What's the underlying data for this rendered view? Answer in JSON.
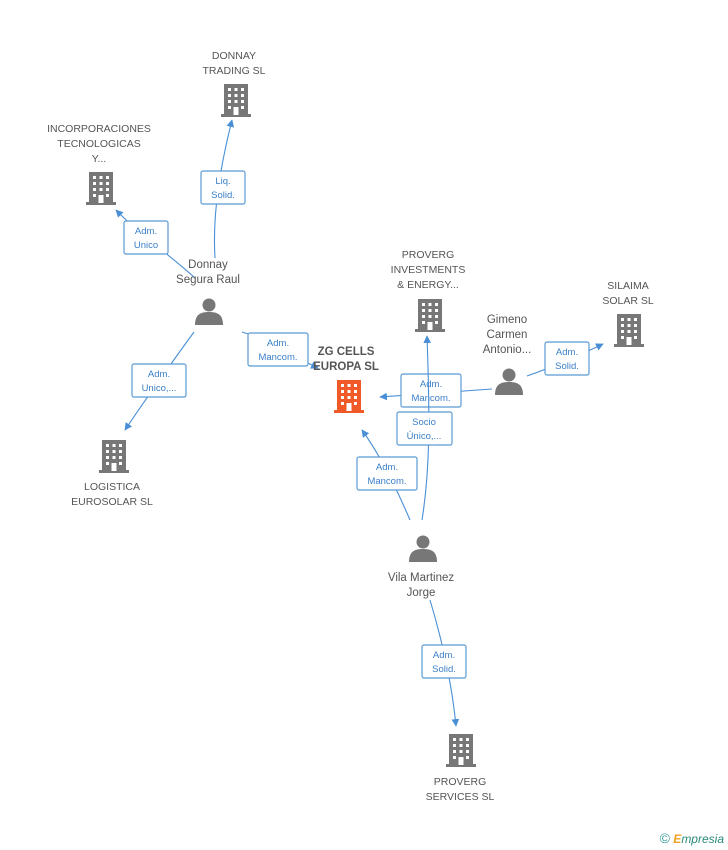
{
  "diagram": {
    "colors": {
      "company": "#777777",
      "center_company": "#f05a28",
      "person": "#777777",
      "edge": "#4a8fd6",
      "edge_text": "#3a7fc8"
    },
    "center": {
      "lines": [
        "ZG CELLS",
        "EUROPA SL"
      ]
    },
    "companies": [
      {
        "id": "donnay-trading",
        "lines": [
          "DONNAY",
          "TRADING SL"
        ]
      },
      {
        "id": "incorporaciones",
        "lines": [
          "INCORPORACIONES",
          "TECNOLOGICAS",
          "Y..."
        ]
      },
      {
        "id": "proverg-investments",
        "lines": [
          "PROVERG",
          "INVESTMENTS",
          "& ENERGY..."
        ]
      },
      {
        "id": "silaima",
        "lines": [
          "SILAIMA",
          "SOLAR SL"
        ]
      },
      {
        "id": "logistica",
        "lines": [
          "LOGISTICA",
          "EUROSOLAR SL"
        ]
      },
      {
        "id": "proverg-services",
        "lines": [
          "PROVERG",
          "SERVICES  SL"
        ]
      }
    ],
    "persons": [
      {
        "id": "donnay-segura",
        "lines": [
          "Donnay",
          "Segura Raul"
        ]
      },
      {
        "id": "gimeno-carmen",
        "lines": [
          "Gimeno",
          "Carmen",
          "Antonio..."
        ]
      },
      {
        "id": "vila-martinez",
        "lines": [
          "Vila Martinez",
          "Jorge"
        ]
      }
    ],
    "edges": [
      {
        "id": "e1",
        "from": "donnay-segura",
        "to": "donnay-trading",
        "label": [
          "Liq.",
          "Solid."
        ]
      },
      {
        "id": "e2",
        "from": "donnay-segura",
        "to": "incorporaciones",
        "label": [
          "Adm.",
          "Unico"
        ]
      },
      {
        "id": "e3",
        "from": "donnay-segura",
        "to": "zg-cells",
        "label": [
          "Adm.",
          "Mancom."
        ]
      },
      {
        "id": "e4",
        "from": "donnay-segura",
        "to": "logistica",
        "label": [
          "Adm.",
          "Unico,..."
        ]
      },
      {
        "id": "e5",
        "from": "gimeno-carmen",
        "to": "silaima",
        "label": [
          "Adm.",
          "Solid."
        ]
      },
      {
        "id": "e6",
        "from": "gimeno-carmen",
        "to": "zg-cells",
        "label": [
          "Adm.",
          "Mancom."
        ]
      },
      {
        "id": "e7",
        "from": "vila-martinez",
        "to": "proverg-investments",
        "label": [
          "Socio",
          "Único,..."
        ]
      },
      {
        "id": "e8",
        "from": "vila-martinez",
        "to": "zg-cells",
        "label": [
          "Adm.",
          "Mancom."
        ]
      },
      {
        "id": "e9",
        "from": "vila-martinez",
        "to": "proverg-services",
        "label": [
          "Adm.",
          "Solid."
        ]
      }
    ]
  },
  "footer": {
    "copyright_symbol": "©",
    "brand_first": "E",
    "brand_rest": "mpresia"
  }
}
